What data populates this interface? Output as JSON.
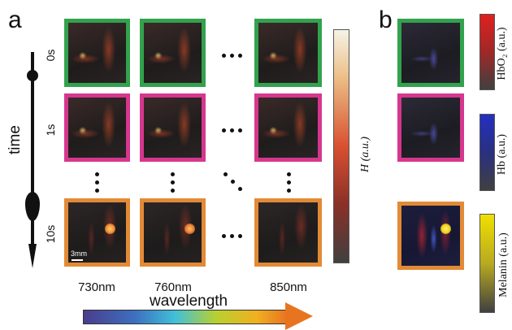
{
  "panel_a": {
    "letter": "a",
    "axis_time_label": "time",
    "rows": [
      "0s",
      "1s",
      "10s"
    ],
    "columns": [
      "730nm",
      "760nm",
      "850nm"
    ],
    "wavelength_label": "wavelength",
    "scale_bar": "3mm",
    "colorbar": {
      "label": "H (a.u.)",
      "colors": [
        "#f5f0e0",
        "#d0402a",
        "#404040"
      ]
    },
    "row_border_colors": [
      "#32a24d",
      "#d6368e",
      "#e28a36"
    ]
  },
  "panel_b": {
    "letter": "b",
    "colorbars": [
      {
        "label": "HbO₂ (a.u.)",
        "top": "#e02020",
        "bottom": "#404040"
      },
      {
        "label": "Hb (a.u.)",
        "top": "#2230c0",
        "bottom": "#404040"
      },
      {
        "label": "Melanin (a.u.)",
        "top": "#f0e000",
        "bottom": "#404040"
      }
    ]
  },
  "ellipsis": "..."
}
